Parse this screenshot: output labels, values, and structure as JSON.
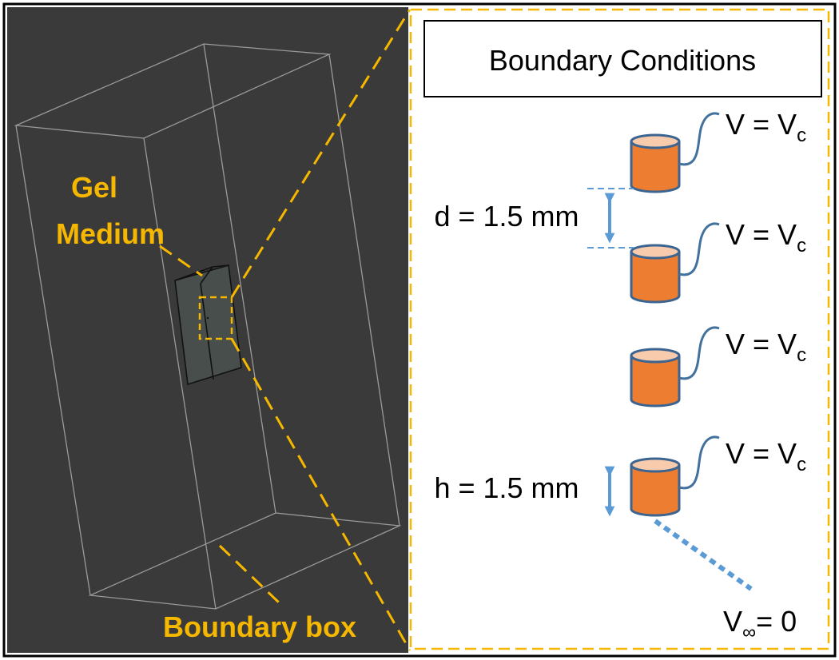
{
  "labels": {
    "gel_medium_line1": "Gel",
    "gel_medium_line2": "Medium",
    "boundary_box": "Boundary box",
    "title": "Boundary Conditions",
    "spacing_label": "d = 1.5 mm",
    "height_label": "h = 1.5 mm",
    "voltage_prefix": "V = V",
    "voltage_subscript": "c",
    "infinity_prefix": "V",
    "infinity_subscript": "∞",
    "infinity_suffix": "= 0"
  },
  "colors": {
    "background_dark": "#3a3a3a",
    "accent_yellow": "#f5b700",
    "electrode_orange": "#ed7d31",
    "electrode_top": "#f8cbad",
    "electrode_outline": "#3b6491",
    "arrow_blue": "#5b9bd5",
    "wire_blue": "#41719c",
    "box_line": "#9a9a9a"
  },
  "icons": [
    "electrode-cylinder-icon",
    "double-arrow-icon",
    "wire-icon"
  ]
}
